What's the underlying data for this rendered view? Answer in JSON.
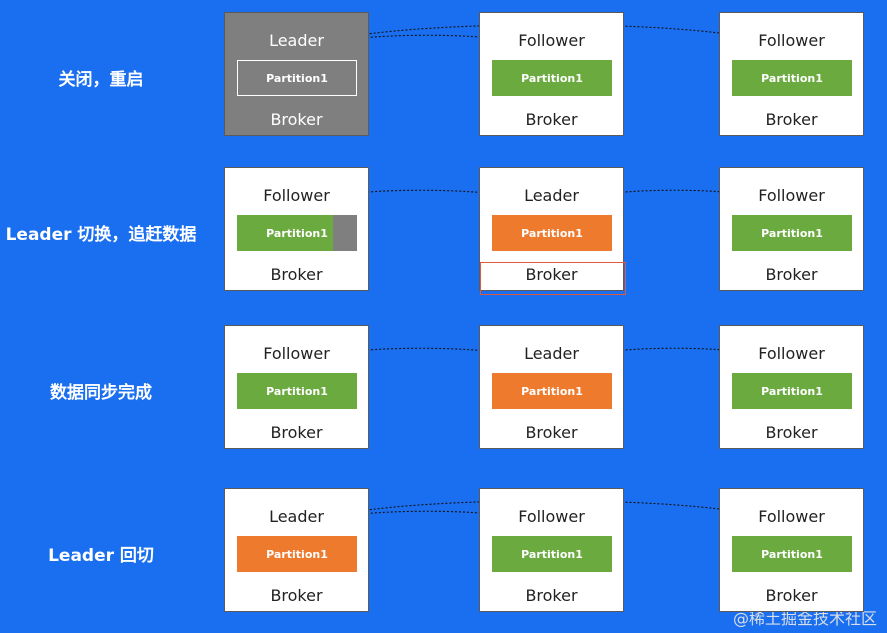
{
  "rows": [
    {
      "label": "关闭，重启",
      "brokers": [
        {
          "role": "Leader",
          "partition": "Partition1",
          "name": "Broker",
          "style": "outline",
          "shutdown": true,
          "catchup": false,
          "highlight": false
        },
        {
          "role": "Follower",
          "partition": "Partition1",
          "name": "Broker",
          "style": "green",
          "shutdown": false,
          "catchup": false,
          "highlight": false
        },
        {
          "role": "Follower",
          "partition": "Partition1",
          "name": "Broker",
          "style": "green",
          "shutdown": false,
          "catchup": false,
          "highlight": false
        }
      ]
    },
    {
      "label": "Leader 切换，追赶数据",
      "brokers": [
        {
          "role": "Follower",
          "partition": "Partition1",
          "name": "Broker",
          "style": "green",
          "shutdown": false,
          "catchup": true,
          "highlight": false
        },
        {
          "role": "Leader",
          "partition": "Partition1",
          "name": "Broker",
          "style": "orange",
          "shutdown": false,
          "catchup": false,
          "highlight": true
        },
        {
          "role": "Follower",
          "partition": "Partition1",
          "name": "Broker",
          "style": "green",
          "shutdown": false,
          "catchup": false,
          "highlight": false
        }
      ]
    },
    {
      "label": "数据同步完成",
      "brokers": [
        {
          "role": "Follower",
          "partition": "Partition1",
          "name": "Broker",
          "style": "green",
          "shutdown": false,
          "catchup": false,
          "highlight": false
        },
        {
          "role": "Leader",
          "partition": "Partition1",
          "name": "Broker",
          "style": "orange",
          "shutdown": false,
          "catchup": false,
          "highlight": false
        },
        {
          "role": "Follower",
          "partition": "Partition1",
          "name": "Broker",
          "style": "green",
          "shutdown": false,
          "catchup": false,
          "highlight": false
        }
      ]
    },
    {
      "label": "Leader 回切",
      "brokers": [
        {
          "role": "Leader",
          "partition": "Partition1",
          "name": "Broker",
          "style": "orange",
          "shutdown": false,
          "catchup": false,
          "highlight": false
        },
        {
          "role": "Follower",
          "partition": "Partition1",
          "name": "Broker",
          "style": "green",
          "shutdown": false,
          "catchup": false,
          "highlight": false
        },
        {
          "role": "Follower",
          "partition": "Partition1",
          "name": "Broker",
          "style": "green",
          "shutdown": false,
          "catchup": false,
          "highlight": false
        }
      ]
    }
  ],
  "replication_links": [
    {
      "row": 0,
      "from": 0,
      "to": 1
    },
    {
      "row": 0,
      "from": 0,
      "to": 2
    },
    {
      "row": 1,
      "from": 1,
      "to": 0
    },
    {
      "row": 1,
      "from": 1,
      "to": 2
    },
    {
      "row": 2,
      "from": 1,
      "to": 0
    },
    {
      "row": 2,
      "from": 1,
      "to": 2
    },
    {
      "row": 3,
      "from": 0,
      "to": 1
    },
    {
      "row": 3,
      "from": 0,
      "to": 2
    }
  ],
  "watermark": "@稀土掘金技术社区",
  "colors": {
    "background": "#1a6ff0",
    "follower_partition": "#6aaa3e",
    "leader_partition": "#ee7a2d",
    "shutdown_broker": "#7f7f7f",
    "highlight": "#e05b3c"
  }
}
